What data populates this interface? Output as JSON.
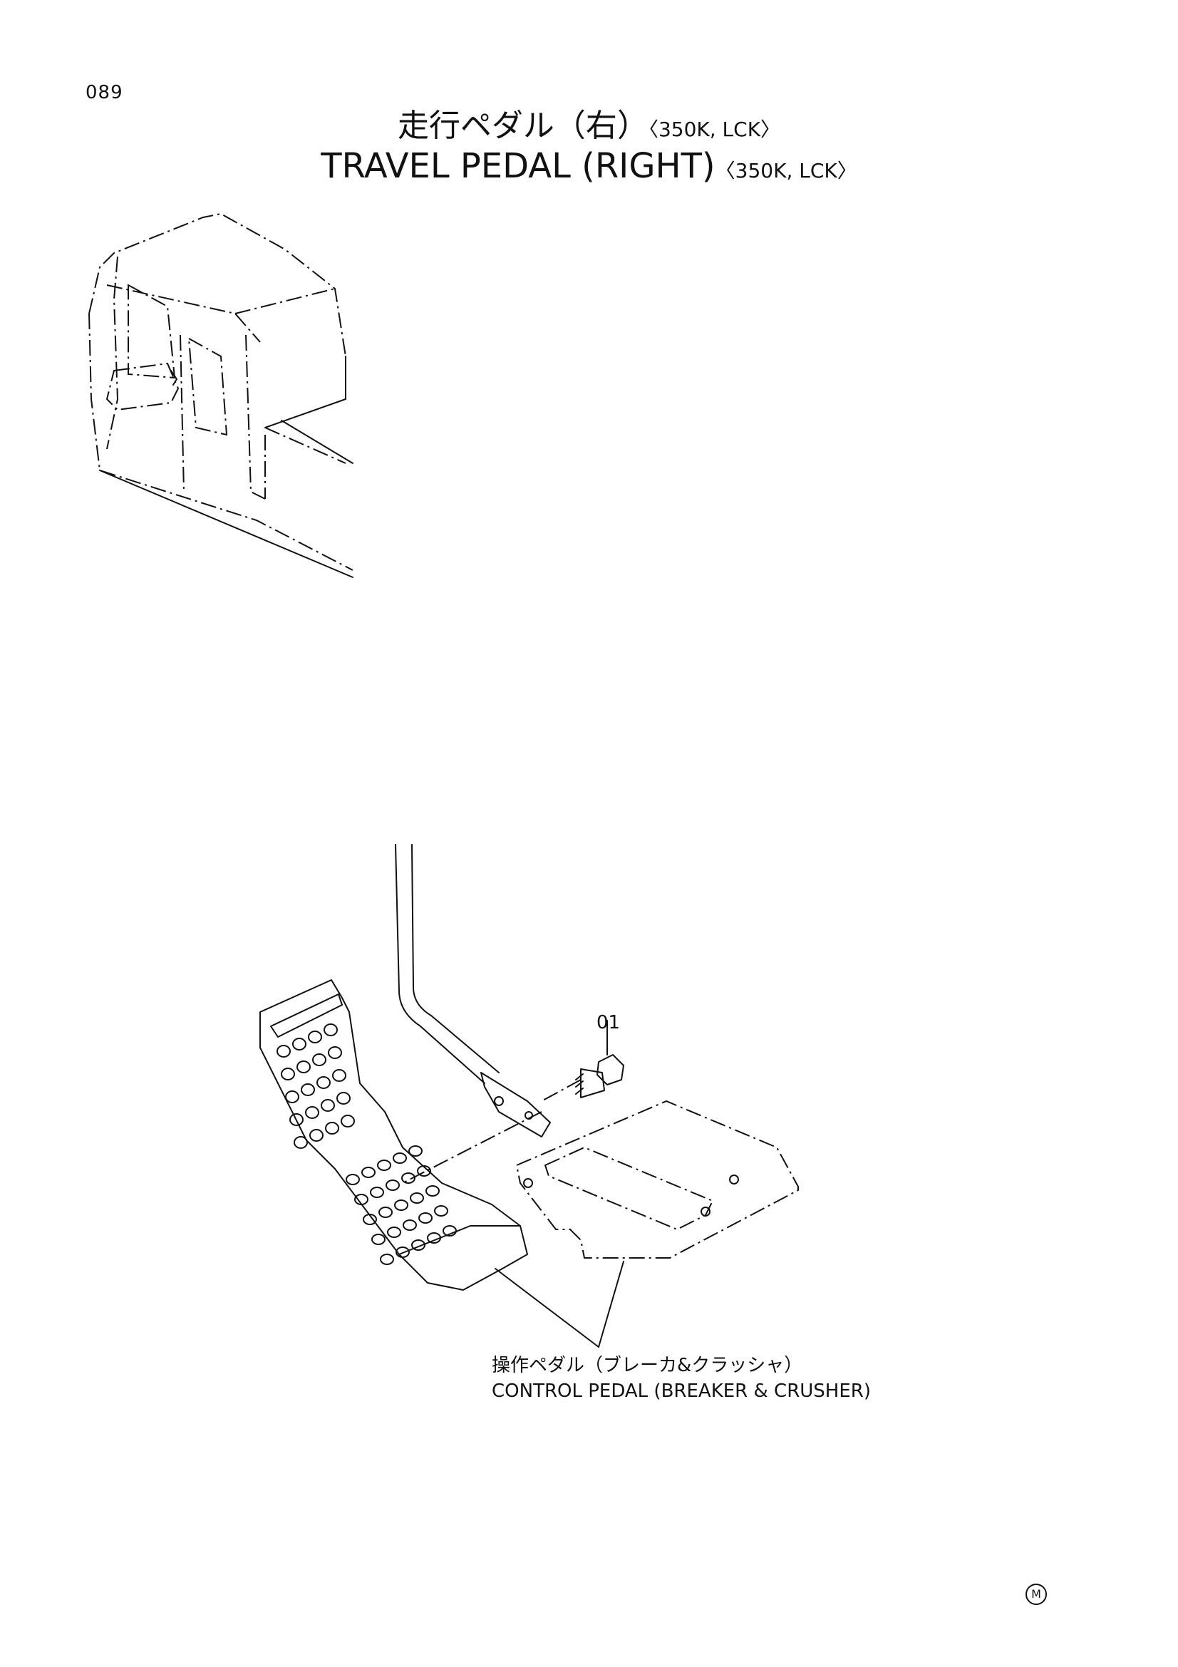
{
  "page_number": "089",
  "title_jp": "走行ペダル（右）",
  "title_jp_tag": "〈350K, LCK〉",
  "title_en": "TRAVEL PEDAL (RIGHT)",
  "title_en_tag": "〈350K, LCK〉",
  "callout_number": "01",
  "part_label_jp": "操作ペダル（ブレーカ&クラッシャ）",
  "part_label_en": "CONTROL PEDAL (BREAKER & CRUSHER)",
  "corner_mark": "M"
}
